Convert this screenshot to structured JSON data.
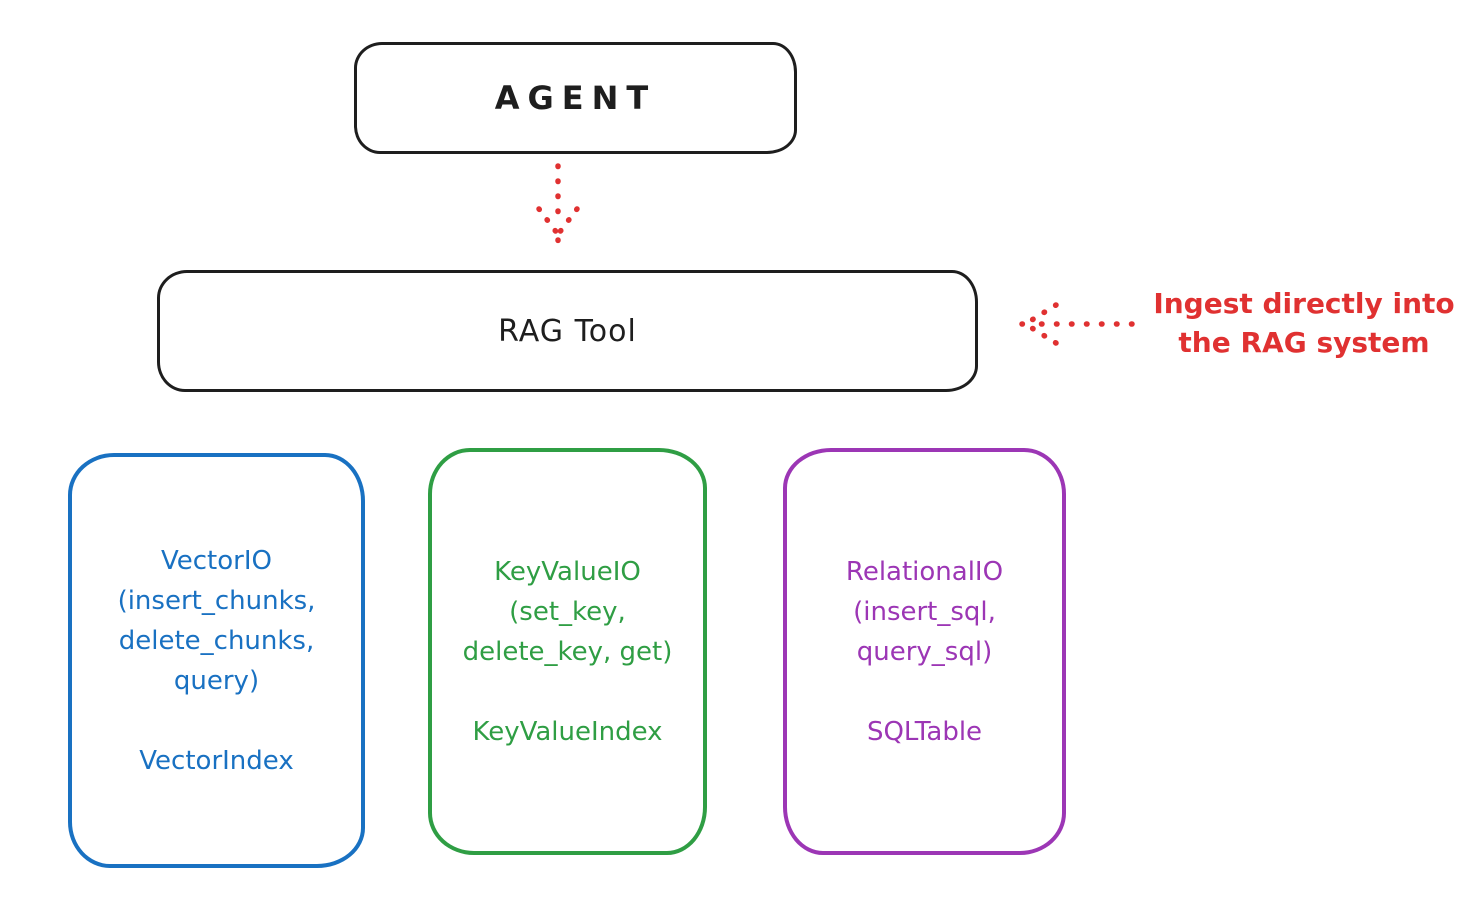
{
  "colors": {
    "stroke_black": "#1e1e1e",
    "accent_red": "#e03131",
    "accent_blue": "#1971c2",
    "accent_green": "#2f9e44",
    "accent_purple": "#9c36b5",
    "background": "#ffffff"
  },
  "diagram": {
    "agent_box": {
      "label": "AGENT"
    },
    "rag_tool_box": {
      "label": "RAG Tool"
    },
    "annotation": {
      "line1": "Ingest directly into",
      "line2": "the RAG system"
    },
    "io_boxes": {
      "vector": {
        "title": "VectorIO",
        "methods_line1": "(insert_chunks,",
        "methods_line2": "delete_chunks,",
        "methods_line3": "query)",
        "index_label": "VectorIndex"
      },
      "keyvalue": {
        "title": "KeyValueIO",
        "methods_line1": "(set_key,",
        "methods_line2": "delete_key, get)",
        "index_label": "KeyValueIndex"
      },
      "relational": {
        "title": "RelationalIO",
        "methods_line1": "(insert_sql,",
        "methods_line2": "query_sql)",
        "index_label": "SQLTable"
      }
    }
  }
}
